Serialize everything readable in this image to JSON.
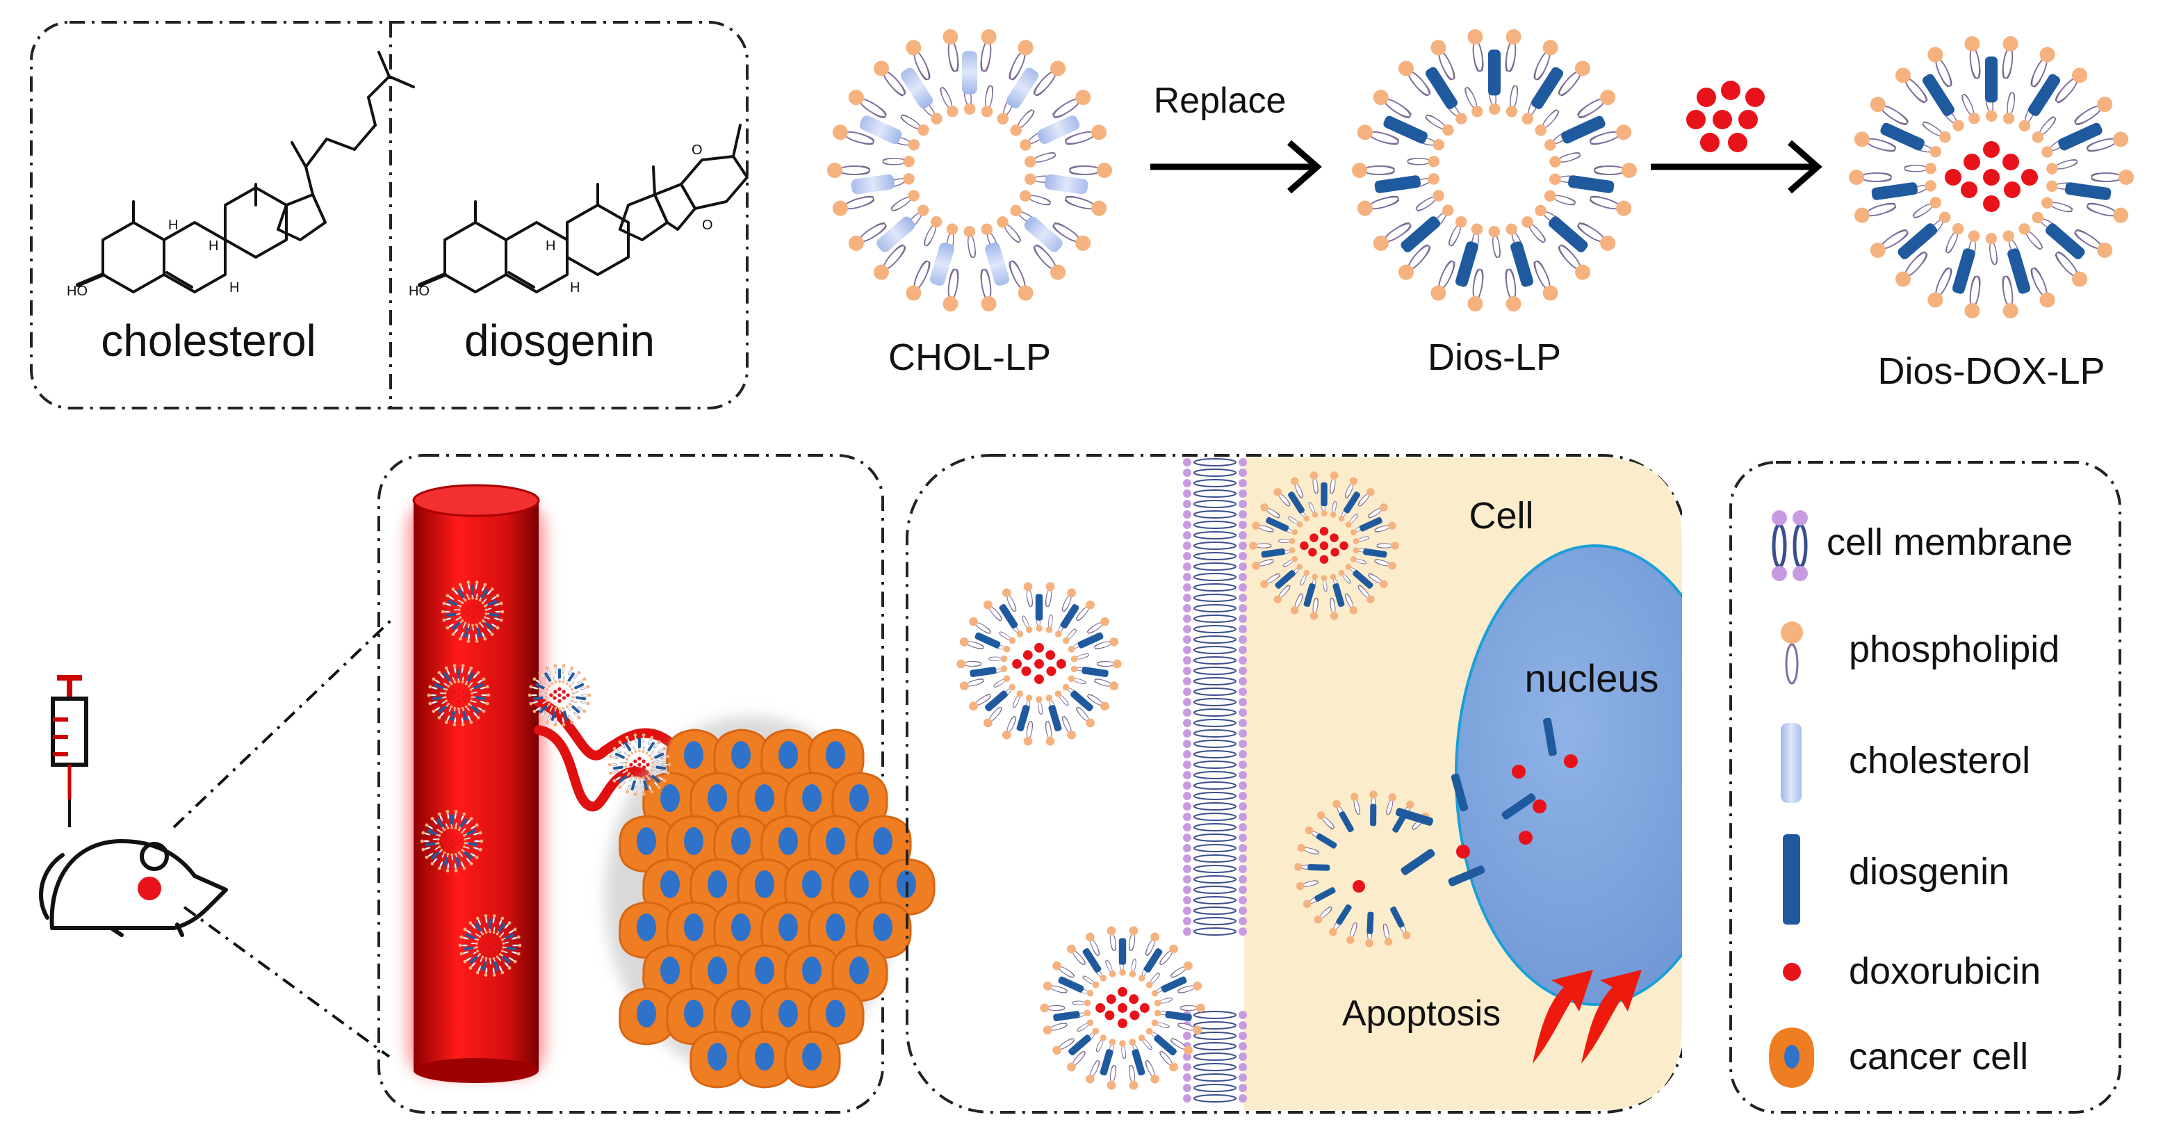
{
  "structures": {
    "left_label": "cholesterol",
    "right_label": "diosgenin",
    "ho_label": "HO",
    "h_label": "H",
    "o_label": "O"
  },
  "liposomes": {
    "chol_label": "CHOL-LP",
    "dios_label": "Dios-LP",
    "dox_label": "Dios-DOX-LP",
    "arrow1_label": "Replace"
  },
  "cell_panel": {
    "cell_label": "Cell",
    "nucleus_label": "nucleus",
    "apoptosis_label": "Apoptosis"
  },
  "legend": {
    "items": [
      {
        "icon": "cell-membrane-icon",
        "label": "cell membrane"
      },
      {
        "icon": "phospholipid-icon",
        "label": "phospholipid"
      },
      {
        "icon": "cholesterol-icon",
        "label": "cholesterol"
      },
      {
        "icon": "diosgenin-icon",
        "label": "diosgenin"
      },
      {
        "icon": "doxorubicin-icon",
        "label": "doxorubicin"
      },
      {
        "icon": "cancer-cell-icon",
        "label": "cancer cell"
      }
    ]
  },
  "colors": {
    "phospholipid_head": "#f5b27e",
    "diosgenin": "#1f5a9e",
    "cholesterol": "#b8c9ee",
    "doxorubicin": "#e8131a",
    "membrane": "#c89be0",
    "cytoplasm": "#fbeccb",
    "nucleus": "#7fa6dc",
    "vessel": "#d40f0f",
    "cancer_cell": "#ef7d22"
  }
}
